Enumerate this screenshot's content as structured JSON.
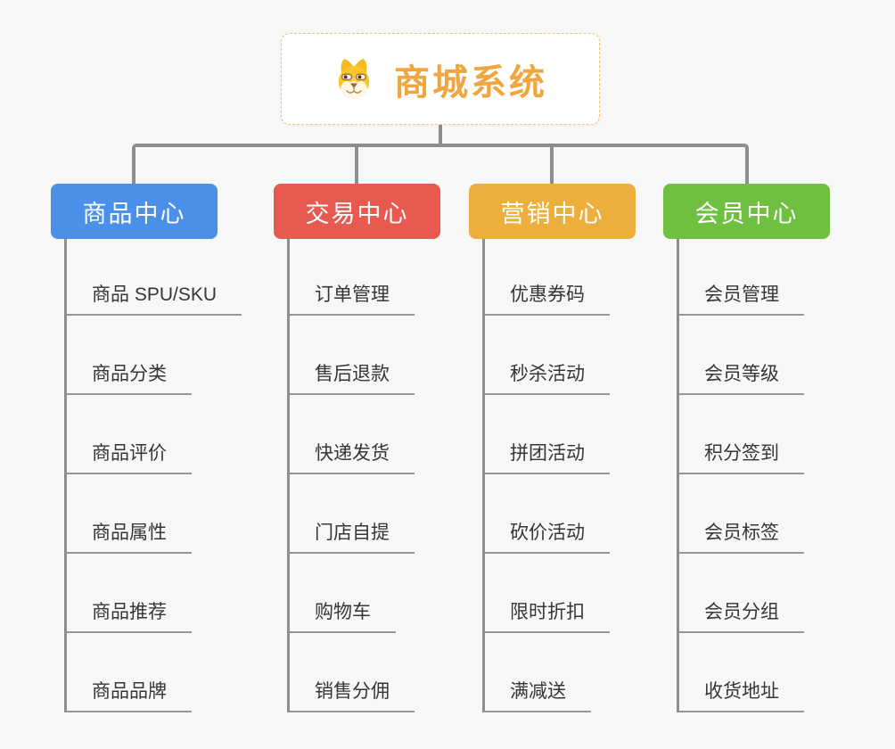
{
  "mindmap": {
    "root": {
      "title": "商城系统",
      "icon": "shiba-dog-icon"
    },
    "connector_color": "#8e8e8e",
    "underline_color": "#979797",
    "background_color": "#f7f7f7",
    "root_accent_color": "#f0a63e",
    "branches": [
      {
        "label": "商品中心",
        "color": "#4a90e8",
        "children": [
          "商品 SPU/SKU",
          "商品分类",
          "商品评价",
          "商品属性",
          "商品推荐",
          "商品品牌"
        ]
      },
      {
        "label": "交易中心",
        "color": "#e85950",
        "children": [
          "订单管理",
          "售后退款",
          "快递发货",
          "门店自提",
          "购物车",
          "销售分佣"
        ]
      },
      {
        "label": "营销中心",
        "color": "#ecae3c",
        "children": [
          "优惠券码",
          "秒杀活动",
          "拼团活动",
          "砍价活动",
          "限时折扣",
          "满减送"
        ]
      },
      {
        "label": "会员中心",
        "color": "#6fbf40",
        "children": [
          "会员管理",
          "会员等级",
          "积分签到",
          "会员标签",
          "会员分组",
          "收货地址"
        ]
      }
    ]
  }
}
